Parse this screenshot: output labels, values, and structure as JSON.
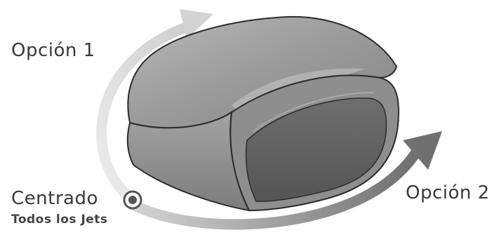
{
  "labels": {
    "option_1": "Opción 1",
    "option_2": "Opción 2",
    "centered": "Centrado",
    "centered_sub": "Todos los Jets"
  },
  "colors": {
    "arrow_light": "#d9d9d9",
    "arrow_dark": "#7a7a7a",
    "cushion_top": "#9c9c9c",
    "cushion_front": "#8a8a8a",
    "cushion_opening": "#5e5e5e",
    "outline": "#2b2b2b",
    "text": "#3a3a3a",
    "center_marker": "#555555"
  }
}
